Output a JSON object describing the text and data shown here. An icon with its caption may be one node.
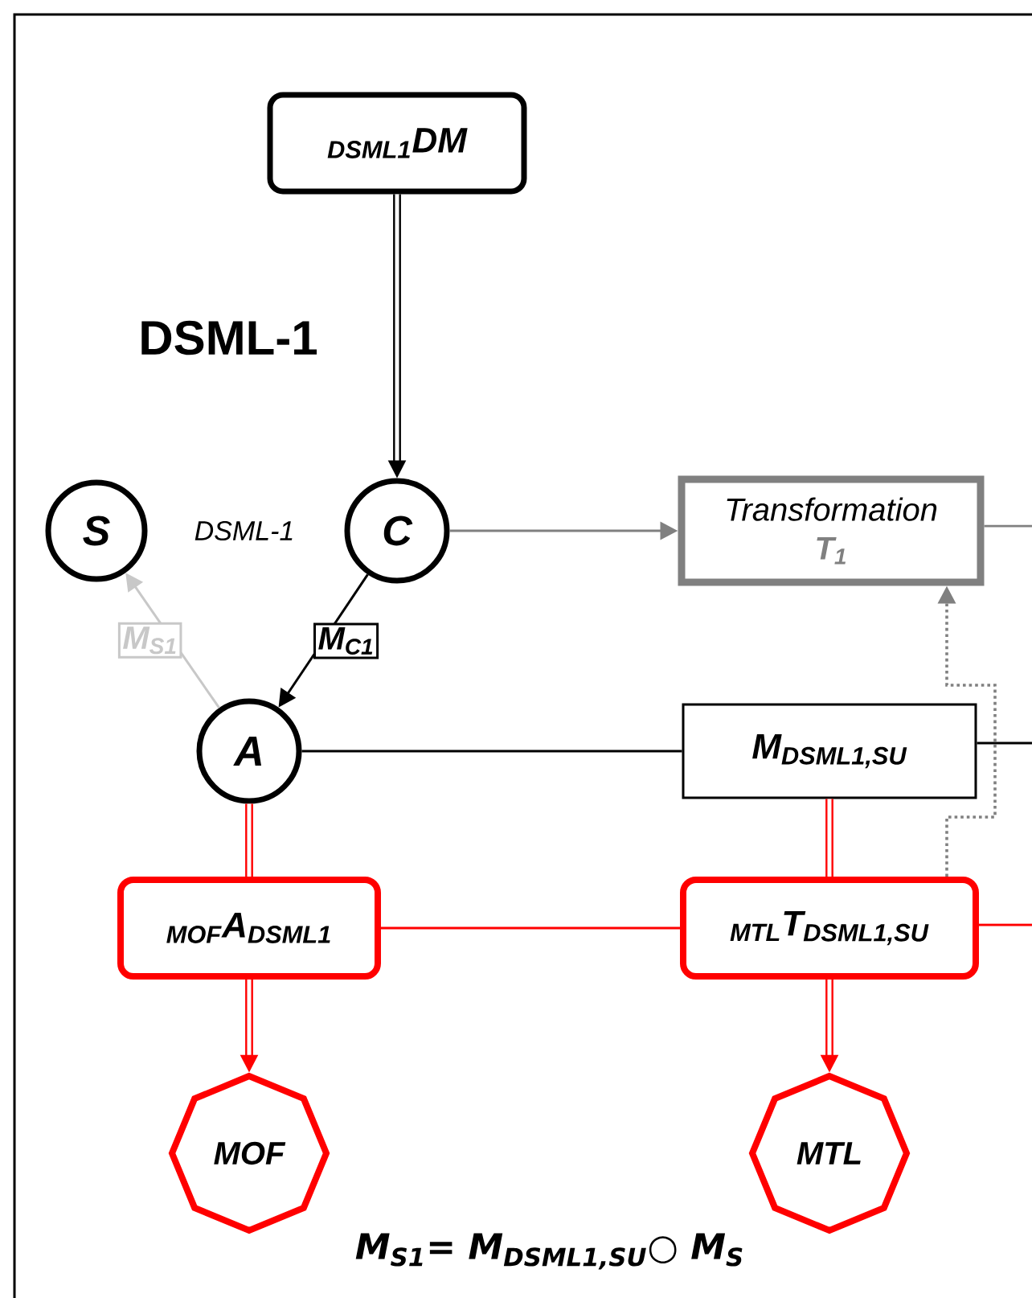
{
  "diagram": {
    "nodes": [
      {
        "text": [
          "$_{DSML1}$DM"
        ]
      },
      {
        "text": [
          "S"
        ]
      },
      {
        "text": [
          "C"
        ]
      },
      {
        "text": [
          "Transformation",
          "T$_{1}$"
        ]
      },
      {
        "text": [
          "A"
        ]
      },
      {
        "text": [
          "M$_{DSML1,SU}$"
        ]
      },
      {
        "text": [
          "$_{MOF}$A$_{DSML1}$"
        ]
      },
      {
        "text": [
          "$_{MTL}$T$_{DSML1,SU}$"
        ]
      },
      {
        "text": [
          "MOF"
        ]
      },
      {
        "text": [
          "MTL"
        ]
      }
    ],
    "edges": [
      {
        "from": 0,
        "to": 2,
        "arrow": "to",
        "style": "thick",
        "color": "#000000"
      },
      {
        "from": 2,
        "to": 3,
        "arrow": "to",
        "color": "#808080"
      },
      {
        "from": 3,
        "to": null,
        "arrow": "none",
        "color": "#808080"
      },
      {
        "from": 2,
        "to": 4,
        "arrow": "to",
        "label": "M$_{C1}$",
        "color": "#000000"
      },
      {
        "from": 4,
        "to": 1,
        "arrow": "to",
        "label": "M$_{S1}$",
        "color": "#c8c8c8"
      },
      {
        "from": 4,
        "to": 5,
        "arrow": "none",
        "color": "#000000"
      },
      {
        "from": 5,
        "to": null,
        "arrow": "none",
        "color": "#000000"
      },
      {
        "from": 7,
        "to": 3,
        "arrow": "to",
        "style": "dashed",
        "color": "#808080"
      },
      {
        "from": 4,
        "to": 6,
        "arrow": "none",
        "style": "thick",
        "color": "#ff0000"
      },
      {
        "from": 5,
        "to": 7,
        "arrow": "none",
        "style": "thick",
        "color": "#ff0000"
      },
      {
        "from": 6,
        "to": 7,
        "arrow": "none",
        "color": "#ff0000"
      },
      {
        "from": 7,
        "to": null,
        "arrow": "none",
        "color": "#ff0000"
      },
      {
        "from": 6,
        "to": 8,
        "arrow": "to",
        "style": "thick",
        "color": "#ff0000"
      },
      {
        "from": 7,
        "to": 9,
        "arrow": "to",
        "style": "thick",
        "color": "#ff0000"
      }
    ],
    "labels": [
      "DSML-1",
      "DSML-1",
      "M$_{S1}$= M$_{DSML1,SU}$○ M$_{S}$"
    ]
  }
}
